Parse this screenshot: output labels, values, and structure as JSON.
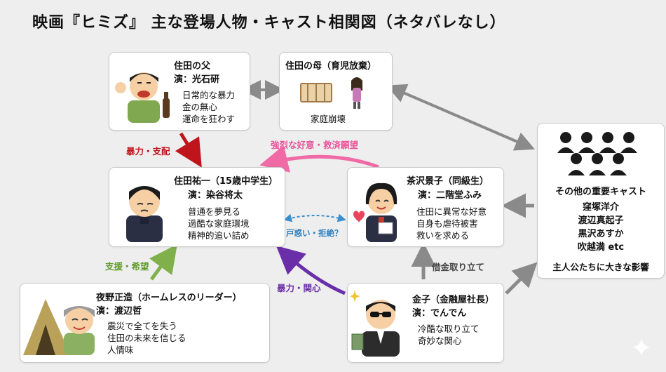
{
  "title": "映画『ヒミズ』 主な登場人物・キャスト相関図（ネタバレなし）",
  "characters": {
    "father": {
      "name": "住田の父",
      "cast": "演：光石研",
      "notes": [
        "日常的な暴力",
        "金の無心",
        "運命を狂わす"
      ]
    },
    "mother": {
      "name": "住田の母（育児放棄）",
      "notes": [
        "家庭崩壊"
      ]
    },
    "sumida": {
      "name": "住田祐一（15歳中学生）",
      "cast": "演：染谷将太",
      "notes": [
        "普通を夢見る",
        "過酷な家庭環境",
        "精神的追い詰め"
      ]
    },
    "chazawa": {
      "name": "茶沢景子（同級生）",
      "cast": "演：二階堂ふみ",
      "notes": [
        "住田に異常な好意",
        "自身も虐待被害",
        "救いを求める"
      ]
    },
    "yoruno": {
      "name": "夜野正造（ホームレスのリーダー）",
      "cast": "演：渡辺哲",
      "notes": [
        "震災で全てを失う",
        "住田の未来を信じる",
        "人情味"
      ]
    },
    "kaneko": {
      "name": "金子（金融屋社長）",
      "cast": "演：でんでん",
      "notes": [
        "冷酷な取り立て",
        "奇妙な関心"
      ]
    },
    "others": {
      "title": "その他の重要キャスト",
      "list": [
        "窪塚洋介",
        "渡辺真起子",
        "黒沢あすか",
        "吹越満 etc"
      ],
      "note": "主人公たちに大きな影響"
    }
  },
  "relations": {
    "father_to_sumida": "暴力・支配",
    "chazawa_to_sumida": "強烈な好意・救済願望",
    "sumida_chazawa": "戸惑い・拒絶？",
    "yoruno_to_sumida": "支援・希望",
    "kaneko_to_sumida": "暴力・関心",
    "kaneko_to_chazawa": "借金取り立て"
  },
  "colors": {
    "red": "#c0141c",
    "pink": "#f06aa6",
    "blue": "#3a8fd0",
    "green": "#7fb04a",
    "purple": "#6a2fa8",
    "gray": "#8a8a8a"
  }
}
